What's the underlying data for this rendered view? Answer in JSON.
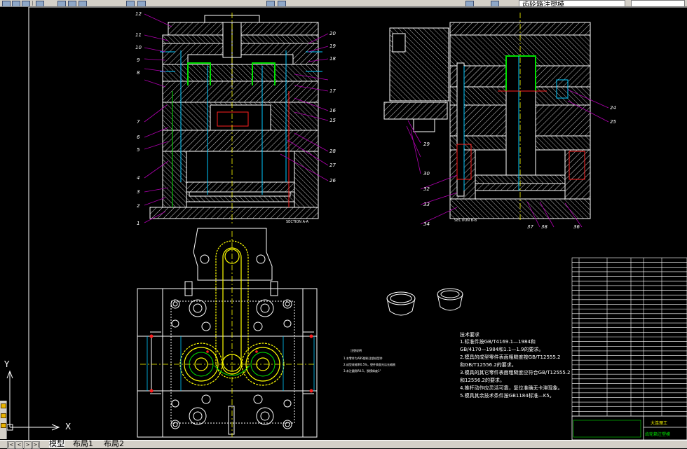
{
  "toolbar": {
    "layer_name": "齿轮箱注塑模",
    "icons": [
      "qnew-icon",
      "open-icon",
      "save-icon",
      "plot-icon",
      "cut-icon",
      "copy-icon",
      "paste-icon",
      "undo-icon",
      "redo-icon",
      "pan-icon",
      "zoom-icon",
      "layer-icon",
      "properties-icon"
    ]
  },
  "drawing": {
    "part_labels_left": [
      "12",
      "11",
      "10",
      "9",
      "8",
      "7",
      "6",
      "5",
      "4",
      "3",
      "2",
      "1"
    ],
    "part_labels_right_main": [
      "20",
      "19",
      "18",
      "17",
      "16",
      "15",
      "28",
      "27",
      "26"
    ],
    "part_labels_side": [
      "24",
      "25",
      "29",
      "30",
      "32",
      "33",
      "34",
      "37",
      "38",
      "36"
    ],
    "section_label_1": "SECTION A-A",
    "section_label_2": "SECTION B-B",
    "notes_title": "技术要求",
    "notes_lines": [
      "1.标准件按GB/T4169.1—1984和",
      "GB/4170—1984和1.1—1.9的要求。",
      "2.模具的成型零件表面粗糙度按GB/T12555.2",
      "和GB/T12556.2的要求。",
      "3.模具的其它零件表面粗糙度应符合GB/T12555.2",
      "和12556.2的要求。",
      "4.推杆动作应灵活可靠，复位准确无卡滞现象。",
      "5.模具其余技术条件按GB1184标准—K5。"
    ],
    "small_notes_title": "注塑说明",
    "small_notes_lines": [
      "1.本零件为ABS塑料注塑成型件",
      "2.成型收缩率0.5%，塑件表面光洁无缩痕",
      "3.未注圆角R0.5，脱模斜度1°"
    ],
    "title_block_name": "大连理工",
    "title_block_drawing": "齿轮箱注塑模",
    "bom_rows": 34,
    "axis_y": "Y",
    "axis_x": "X"
  },
  "status": {
    "tabs": [
      "模型",
      "布局1",
      "布局2"
    ],
    "active_tab": "模型"
  },
  "colors": {
    "background": "#000000",
    "geometry": "#ffffff",
    "hatch": "#ffffff",
    "leader": "#b000b0",
    "core": "#00e000",
    "center": "#ffff00",
    "cooling": "#00c8ff",
    "highlight": "#ff2020"
  }
}
